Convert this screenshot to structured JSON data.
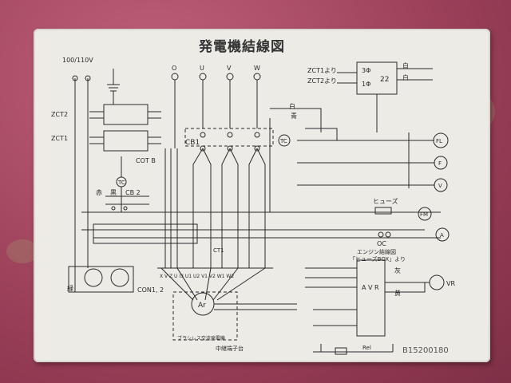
{
  "title": "発電機結線図",
  "drawing_number": "B15200180",
  "labels": {
    "supply": "100/110V",
    "zct2_top": "ZCT2",
    "zct1_top": "ZCT1",
    "zct1_box": "ZCT1より",
    "zct2_box": "ZCT2より",
    "box_22": "22",
    "phase3": "3Φ",
    "phase1": "1Φ",
    "white_tr": "白",
    "white_tr2": "白",
    "red": "赤",
    "black": "黒",
    "blue": "青",
    "white": "白",
    "green": "緑",
    "cot": "COT B",
    "tc1": "TC",
    "tc2": "TC",
    "cb2": "CB 2",
    "cb1": "CB1",
    "ct1": "CT1",
    "term_o": "O",
    "term_u": "U",
    "term_v": "V",
    "term_w": "W",
    "fl": "FL",
    "f": "F",
    "v": "V",
    "fm": "FM",
    "a": "A",
    "fuse": "ヒューズ",
    "oc": "OC",
    "engine_note1": "エンジン結線図",
    "engine_note2": "「ヒューズBOX」より",
    "vr": "VR",
    "avr": "A V R",
    "ar": "Ar",
    "con": "CON1, 2",
    "gen_note": "ブラシレス交流発電機",
    "relay_note": "中継端子台",
    "rel": "Rel",
    "gray": "灰",
    "yellow": "黄",
    "term_bottom": "X V Z U  I3  U1 U2  V1 V2  W1 W2"
  }
}
